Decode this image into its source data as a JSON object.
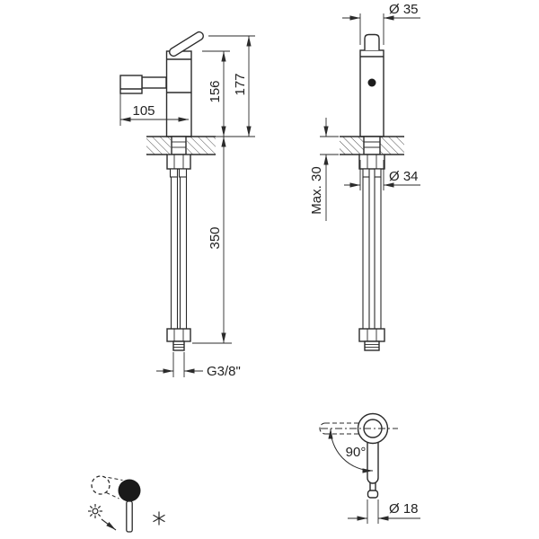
{
  "drawing": {
    "title": "single-lever bidet mixer dimensional drawing",
    "labels": {
      "spout_reach": "105",
      "height_body": "156",
      "height_total": "177",
      "hose_length": "350",
      "inlet_thread": "G3/8\"",
      "top_diameter": "Ø 35",
      "max_deck_thickness": "Max. 30",
      "body_diameter": "Ø 34",
      "rotation_angle": "90°",
      "lever_diameter": "Ø 18"
    },
    "icons": {
      "hot_symbol": "sun",
      "cold_symbol": "snowflake",
      "rotation_arrow": "arrow-down-right"
    },
    "colors": {
      "line": "#2b2b2b",
      "background": "#ffffff"
    }
  }
}
